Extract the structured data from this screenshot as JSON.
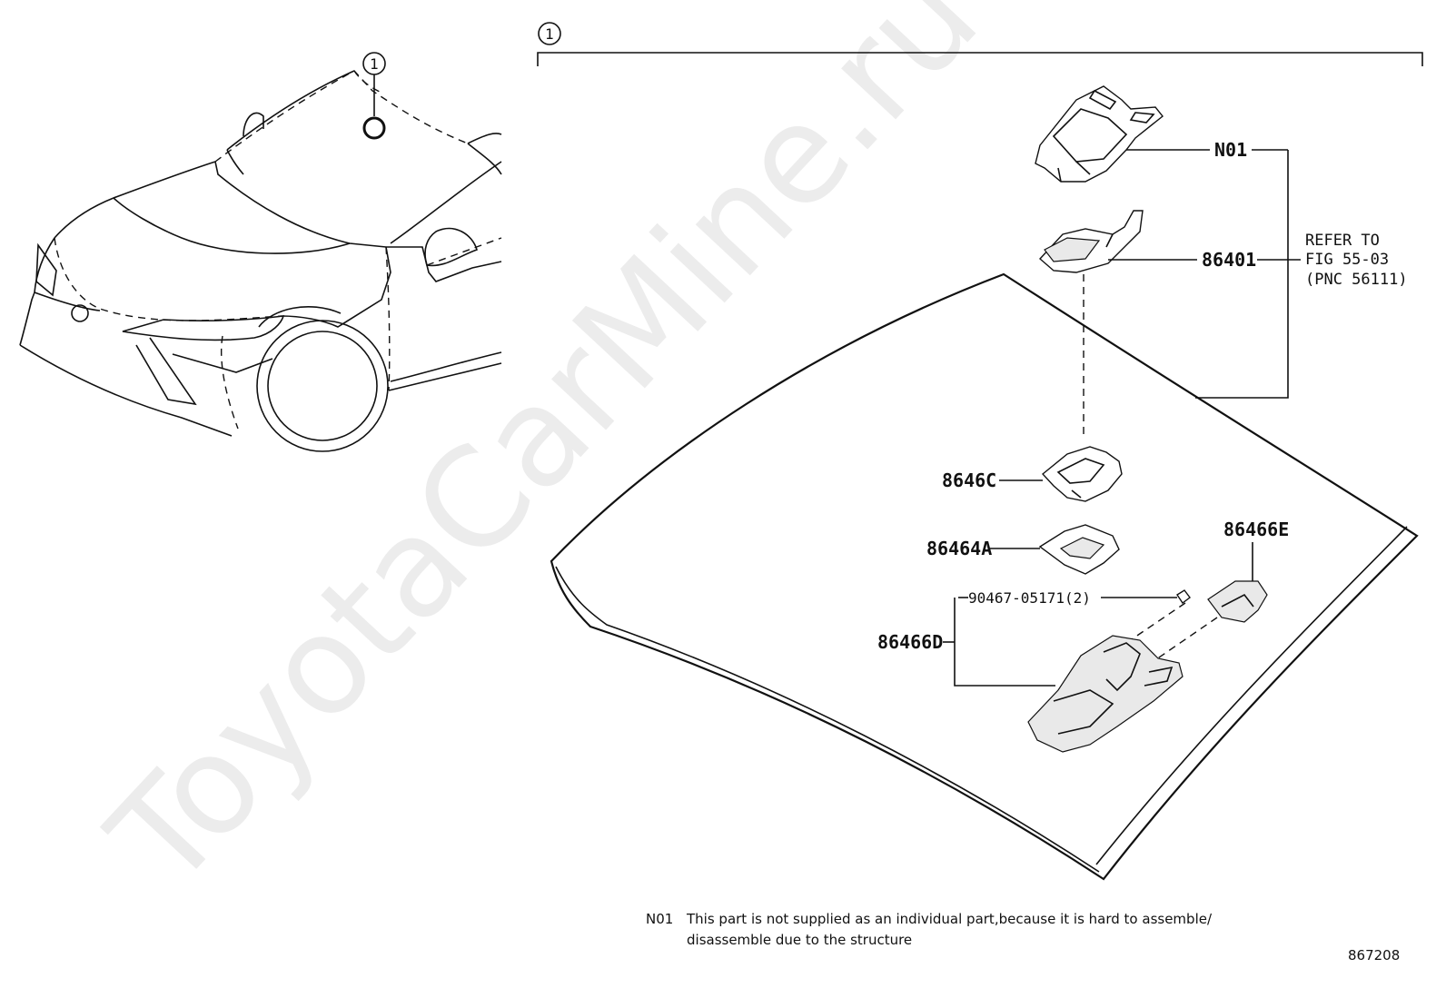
{
  "watermark": "ToyotaCarMine.ru",
  "callouts": {
    "left": "1",
    "top": "1"
  },
  "parts": {
    "n01": "N01",
    "p86401": "86401",
    "p8646c": "8646C",
    "p86464a": "86464A",
    "p86466e": "86466E",
    "p90467": "90467-05171(2)",
    "p86466d": "86466D"
  },
  "refer": {
    "line1": "REFER TO",
    "line2": "FIG 55-03",
    "line3": "(PNC 56111)"
  },
  "footnote": {
    "code": "N01",
    "line1": "This part is not supplied as an individual part,because it is hard to assemble/",
    "line2": "disassemble due to the structure"
  },
  "figure_number": "867208"
}
